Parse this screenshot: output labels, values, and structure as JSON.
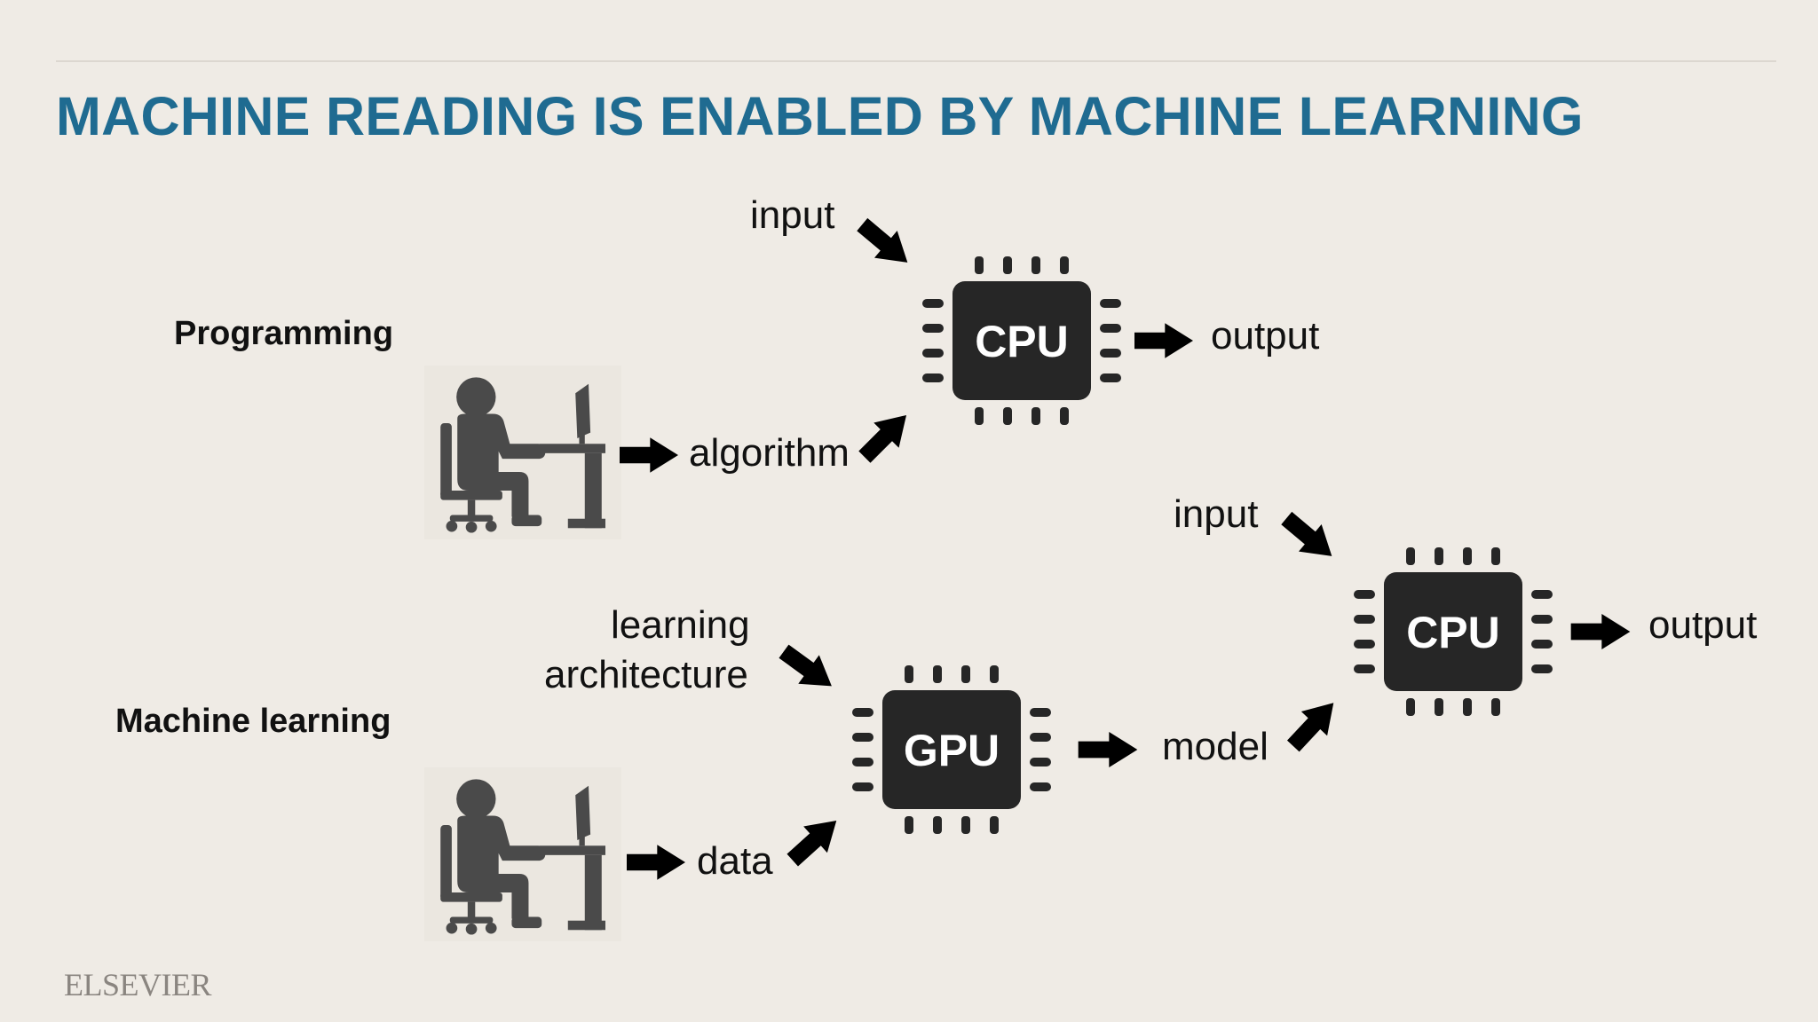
{
  "slide": {
    "title": "MACHINE READING IS ENABLED BY MACHINE LEARNING",
    "brand": "ELSEVIER"
  },
  "programming": {
    "label": "Programming",
    "input_label": "input",
    "algorithm_label": "algorithm",
    "output_label": "output",
    "chip_label": "CPU"
  },
  "machine_learning": {
    "label": "Machine learning",
    "architecture_label_line1": "learning",
    "architecture_label_line2": "architecture",
    "data_label": "data",
    "model_label": "model",
    "gpu_chip_label": "GPU",
    "cpu_input_label": "input",
    "cpu_output_label": "output",
    "cpu_chip_label": "CPU"
  },
  "icons": [
    "person-at-desk-icon",
    "chip-icon",
    "arrow-icon"
  ],
  "colors": {
    "title": "#1f6b91",
    "chip": "#262626",
    "icon": "#4a4a4a",
    "background": "#efebe5"
  }
}
